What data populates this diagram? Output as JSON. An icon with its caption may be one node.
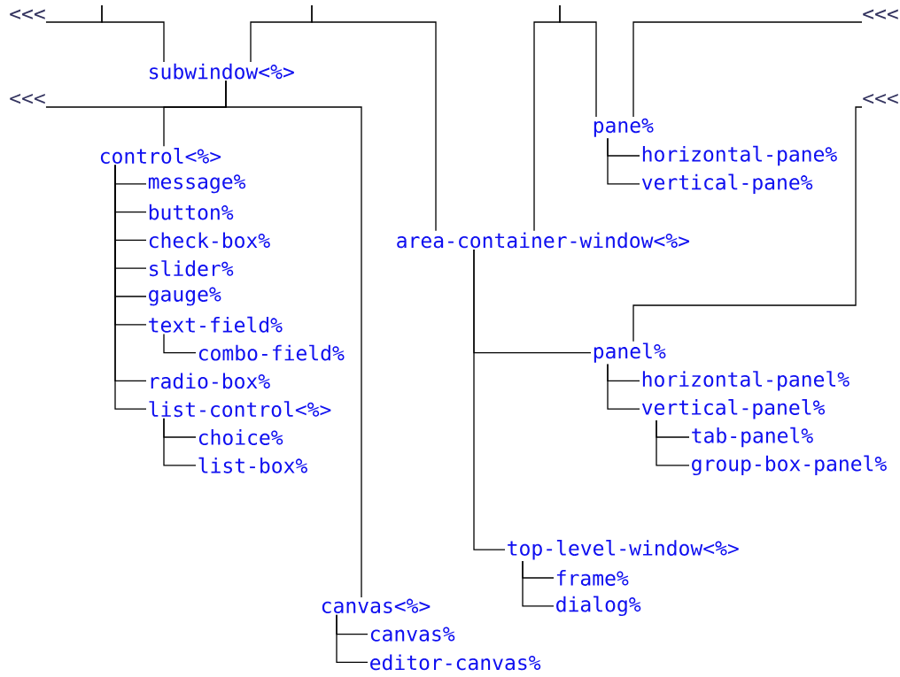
{
  "diagram": {
    "nodes": [
      {
        "text": [
          "subwindow<%>"
        ]
      },
      {
        "text": [
          "control<%>"
        ]
      },
      {
        "text": [
          "message%"
        ]
      },
      {
        "text": [
          "button%"
        ]
      },
      {
        "text": [
          "check-box%"
        ]
      },
      {
        "text": [
          "slider%"
        ]
      },
      {
        "text": [
          "gauge%"
        ]
      },
      {
        "text": [
          "text-field%"
        ]
      },
      {
        "text": [
          "combo-field%"
        ]
      },
      {
        "text": [
          "radio-box%"
        ]
      },
      {
        "text": [
          "list-control<%>"
        ]
      },
      {
        "text": [
          "choice%"
        ]
      },
      {
        "text": [
          "list-box%"
        ]
      },
      {
        "text": [
          "canvas<%>"
        ]
      },
      {
        "text": [
          "canvas%"
        ]
      },
      {
        "text": [
          "editor-canvas%"
        ]
      },
      {
        "text": [
          "area-container-window<%>"
        ]
      },
      {
        "text": [
          "pane%"
        ]
      },
      {
        "text": [
          "horizontal-pane%"
        ]
      },
      {
        "text": [
          "vertical-pane%"
        ]
      },
      {
        "text": [
          "panel%"
        ]
      },
      {
        "text": [
          "horizontal-panel%"
        ]
      },
      {
        "text": [
          "vertical-panel%"
        ]
      },
      {
        "text": [
          "tab-panel%"
        ]
      },
      {
        "text": [
          "group-box-panel%"
        ]
      },
      {
        "text": [
          "top-level-window<%>"
        ]
      },
      {
        "text": [
          "frame%"
        ]
      },
      {
        "text": [
          "dialog%"
        ]
      },
      {
        "text": [
          "<<<"
        ]
      },
      {
        "text": [
          "<<<"
        ]
      },
      {
        "text": [
          "<<<"
        ]
      },
      {
        "text": [
          "<<<"
        ]
      }
    ],
    "edges": [
      {
        "from": null,
        "to": 0,
        "arrow": "none"
      },
      {
        "from": null,
        "to": 28,
        "arrow": "none"
      },
      {
        "from": null,
        "to": 0,
        "arrow": "none"
      },
      {
        "from": null,
        "to": 16,
        "arrow": "none"
      },
      {
        "from": null,
        "to": 16,
        "arrow": "none"
      },
      {
        "from": null,
        "to": 17,
        "arrow": "none"
      },
      {
        "from": 0,
        "to": 1,
        "arrow": "none"
      },
      {
        "from": 0,
        "to": 13,
        "arrow": "none"
      },
      {
        "from": 0,
        "to": 30,
        "arrow": "none"
      },
      {
        "from": 1,
        "to": 2,
        "arrow": "none"
      },
      {
        "from": 1,
        "to": 3,
        "arrow": "none"
      },
      {
        "from": 1,
        "to": 4,
        "arrow": "none"
      },
      {
        "from": 1,
        "to": 5,
        "arrow": "none"
      },
      {
        "from": 1,
        "to": 6,
        "arrow": "none"
      },
      {
        "from": 1,
        "to": 7,
        "arrow": "none"
      },
      {
        "from": 1,
        "to": 9,
        "arrow": "none"
      },
      {
        "from": 1,
        "to": 10,
        "arrow": "none"
      },
      {
        "from": 7,
        "to": 8,
        "arrow": "none"
      },
      {
        "from": 10,
        "to": 11,
        "arrow": "none"
      },
      {
        "from": 10,
        "to": 12,
        "arrow": "none"
      },
      {
        "from": 16,
        "to": 20,
        "arrow": "none"
      },
      {
        "from": 16,
        "to": 25,
        "arrow": "none"
      },
      {
        "from": 17,
        "to": 18,
        "arrow": "none"
      },
      {
        "from": 17,
        "to": 19,
        "arrow": "none"
      },
      {
        "from": 20,
        "to": 21,
        "arrow": "none"
      },
      {
        "from": 20,
        "to": 22,
        "arrow": "none"
      },
      {
        "from": 22,
        "to": 23,
        "arrow": "none"
      },
      {
        "from": 22,
        "to": 24,
        "arrow": "none"
      },
      {
        "from": 25,
        "to": 26,
        "arrow": "none"
      },
      {
        "from": 25,
        "to": 27,
        "arrow": "none"
      },
      {
        "from": 13,
        "to": 14,
        "arrow": "none"
      },
      {
        "from": 13,
        "to": 15,
        "arrow": "none"
      },
      {
        "from": 29,
        "to": 17,
        "arrow": "none"
      },
      {
        "from": 31,
        "to": 20,
        "arrow": "none"
      }
    ]
  }
}
